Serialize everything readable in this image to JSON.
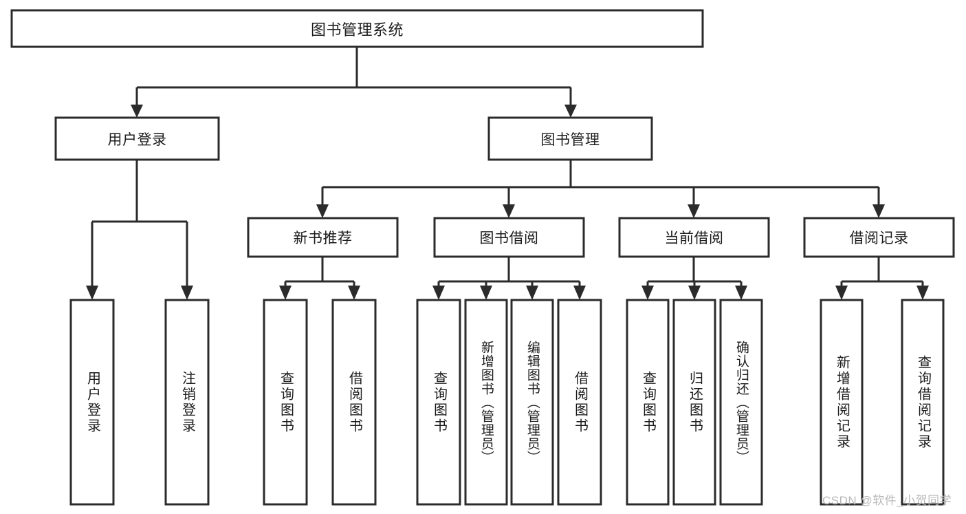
{
  "diagram": {
    "title": "图书管理系统",
    "type": "hierarchy-tree",
    "watermark": "CSDN @软件_小贺同学",
    "colors": {
      "stroke": "#2b2b2b",
      "fill": "#ffffff",
      "text": "#1c1c1c",
      "watermark": "#b8b8b8"
    },
    "root": {
      "label": "图书管理系统"
    },
    "level2": [
      {
        "label": "用户登录"
      },
      {
        "label": "图书管理"
      }
    ],
    "level3": [
      {
        "label": "新书推荐"
      },
      {
        "label": "图书借阅"
      },
      {
        "label": "当前借阅"
      },
      {
        "label": "借阅记录"
      }
    ],
    "leaves": {
      "user_login": [
        {
          "label": "用户登录"
        },
        {
          "label": "注销登录"
        }
      ],
      "new_book_recommend": [
        {
          "label": "查询图书"
        },
        {
          "label": "借阅图书"
        }
      ],
      "book_borrow": [
        {
          "label": "查询图书"
        },
        {
          "label": "新增图书（管理员）"
        },
        {
          "label": "编辑图书（管理员）"
        },
        {
          "label": "借阅图书"
        }
      ],
      "current_borrow": [
        {
          "label": "查询图书"
        },
        {
          "label": "归还图书"
        },
        {
          "label": "确认归还（管理员）"
        }
      ],
      "borrow_record": [
        {
          "label": "新增借阅记录"
        },
        {
          "label": "查询借阅记录"
        }
      ]
    }
  }
}
